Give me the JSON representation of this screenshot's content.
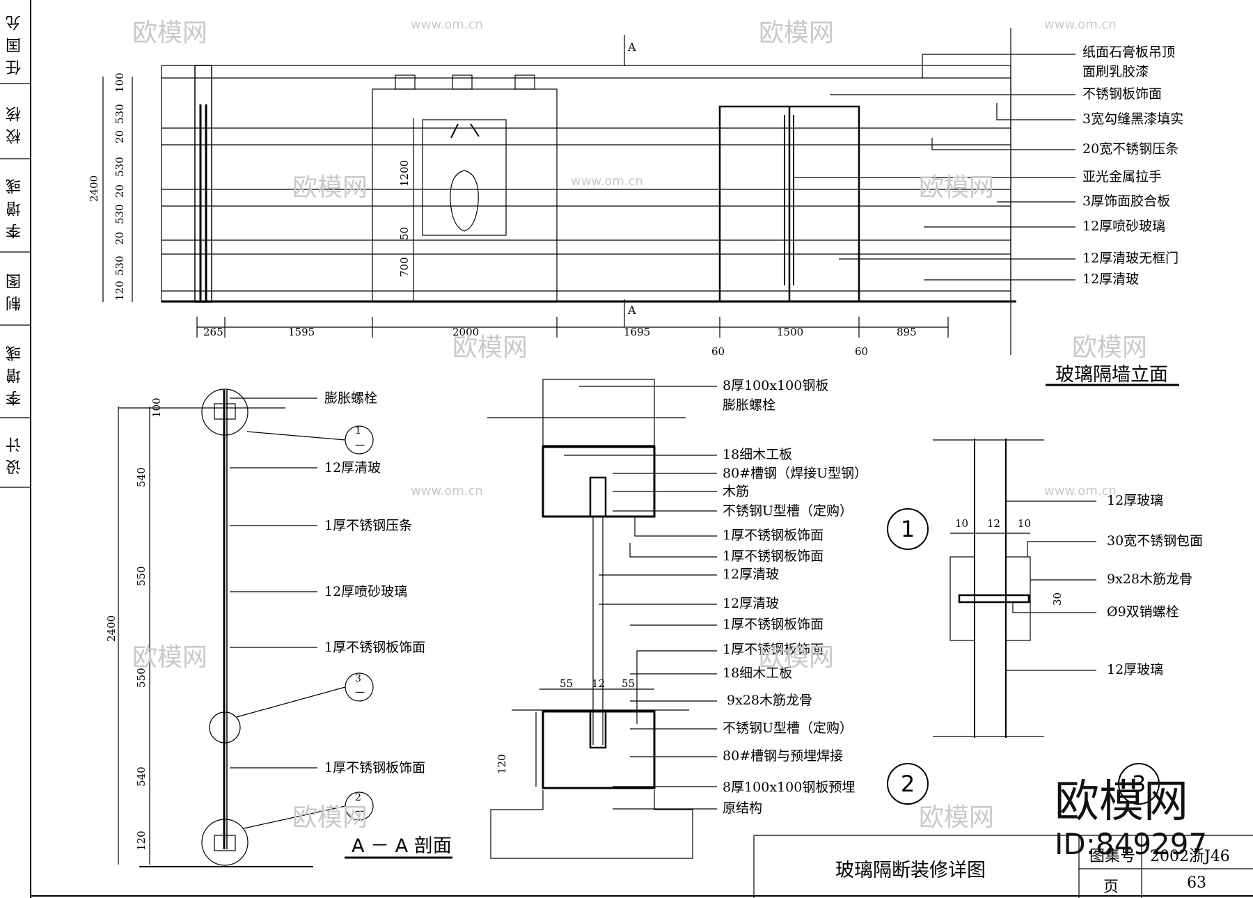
{
  "sidebar": {
    "cells": [
      "任国允",
      "校核",
      "李增彧",
      "制图",
      "李增彧",
      "设计"
    ]
  },
  "elevation": {
    "title": "玻璃隔墙立面",
    "section_marks": [
      "A",
      "A"
    ],
    "left_dims": [
      "100",
      "530",
      "20",
      "530",
      "20",
      "530",
      "20",
      "530",
      "120"
    ],
    "left_total": "2400",
    "niche_dims": [
      "1200",
      "50",
      "700"
    ],
    "bottom_dims": [
      "265",
      "1595",
      "2000",
      "1695",
      "1500",
      "895"
    ],
    "bottom_sub_dims": [
      "60",
      "60"
    ],
    "labels": [
      "纸面石膏板吊顶",
      "面刷乳胶漆",
      "不锈钢板饰面",
      "3宽勾缝黑漆填实",
      "20宽不锈钢压条",
      "亚光金属拉手",
      "3厚饰面胶合板",
      "12厚喷砂玻璃",
      "12厚清玻无框门",
      "12厚清玻"
    ]
  },
  "section_aa": {
    "title": "A － A 剖面",
    "dims": [
      "100",
      "540",
      "550",
      "550",
      "540",
      "120"
    ],
    "total": "2400",
    "detail_refs": [
      {
        "num": "1",
        "sheet": "一"
      },
      {
        "num": "3",
        "sheet": "一"
      },
      {
        "num": "2",
        "sheet": "一"
      }
    ],
    "labels": [
      "膨胀螺栓",
      "12厚清玻",
      "1厚不锈钢压条",
      "12厚喷砂玻璃",
      "1厚不锈钢板饰面",
      "1厚不锈钢板饰面"
    ]
  },
  "detail_2": {
    "number": "2",
    "dims": [
      "55",
      "12",
      "55",
      "120"
    ],
    "labels": [
      "8厚100x100钢板",
      "膨胀螺栓",
      "18细木工板",
      "80#槽钢（焊接U型钢）",
      "木筋",
      "不锈钢U型槽（定购）",
      "1厚不锈钢板饰面",
      "1厚不锈钢板饰面",
      "12厚清玻",
      "12厚清玻",
      "1厚不锈钢板饰面",
      "1厚不锈钢板饰面",
      "18细木工板",
      "9x28木筋龙骨",
      "不锈钢U型槽（定购）",
      "80#槽钢与预埋焊接",
      "8厚100x100钢板预埋",
      "原结构"
    ]
  },
  "detail_1": {
    "number": "1",
    "dims": [
      "10",
      "12",
      "10",
      "30"
    ],
    "labels": [
      "12厚玻璃",
      "30宽不锈钢包面",
      "9x28木筋龙骨",
      "Ø9双销螺栓",
      "12厚玻璃"
    ]
  },
  "detail_3": {
    "number": "3"
  },
  "title_block": {
    "drawing_title": "玻璃隔断装修详图",
    "atlas_label": "图集号",
    "atlas_value": "2002浙J46",
    "page_label": "页",
    "page_value": "63"
  },
  "watermark": {
    "brand": "欧模网",
    "url": "www.om.cn",
    "id": "ID:849297"
  }
}
